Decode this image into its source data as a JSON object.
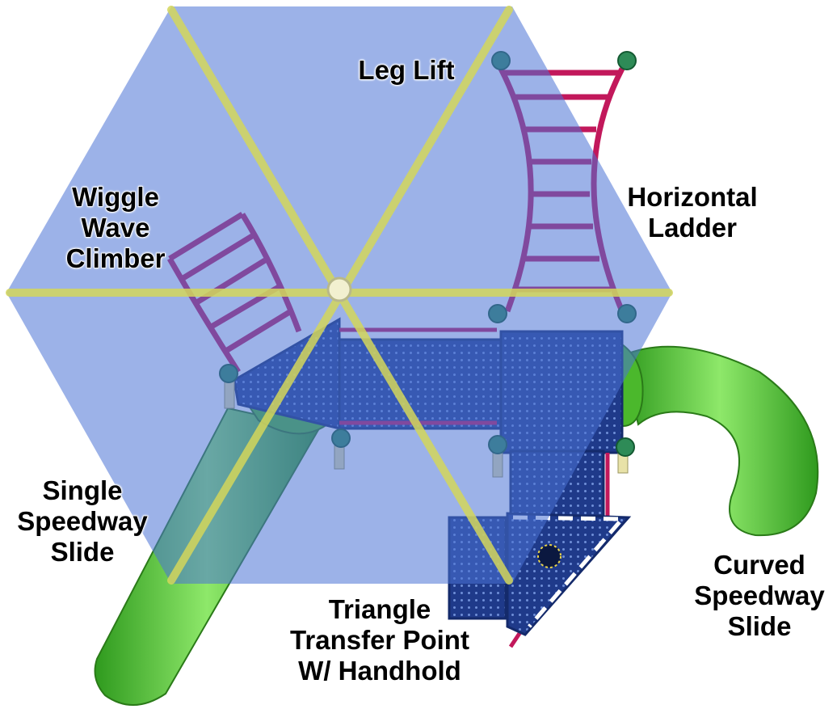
{
  "diagram": {
    "labels": {
      "leg_lift": [
        "Leg Lift"
      ],
      "horizontal_ladder": [
        "Horizontal",
        "Ladder"
      ],
      "wiggle_wave_climber": [
        "Wiggle",
        "Wave",
        "Climber"
      ],
      "single_speedway_slide": [
        "Single",
        "Speedway",
        "Slide"
      ],
      "curved_speedway_slide": [
        "Curved",
        "Speedway",
        "Slide"
      ],
      "triangle_transfer_point": [
        "Triangle",
        "Transfer Point",
        "W/ Handhold"
      ]
    },
    "colors": {
      "hexagon_fill": "#4a72d6",
      "spoke": "#d4d65a",
      "deck": "#1f3a8a",
      "frame": "#c2185b",
      "slide": "#5fce3a",
      "post_cap": "#2e8b57",
      "text": "#000000",
      "text_outline": "#ffffff"
    }
  }
}
